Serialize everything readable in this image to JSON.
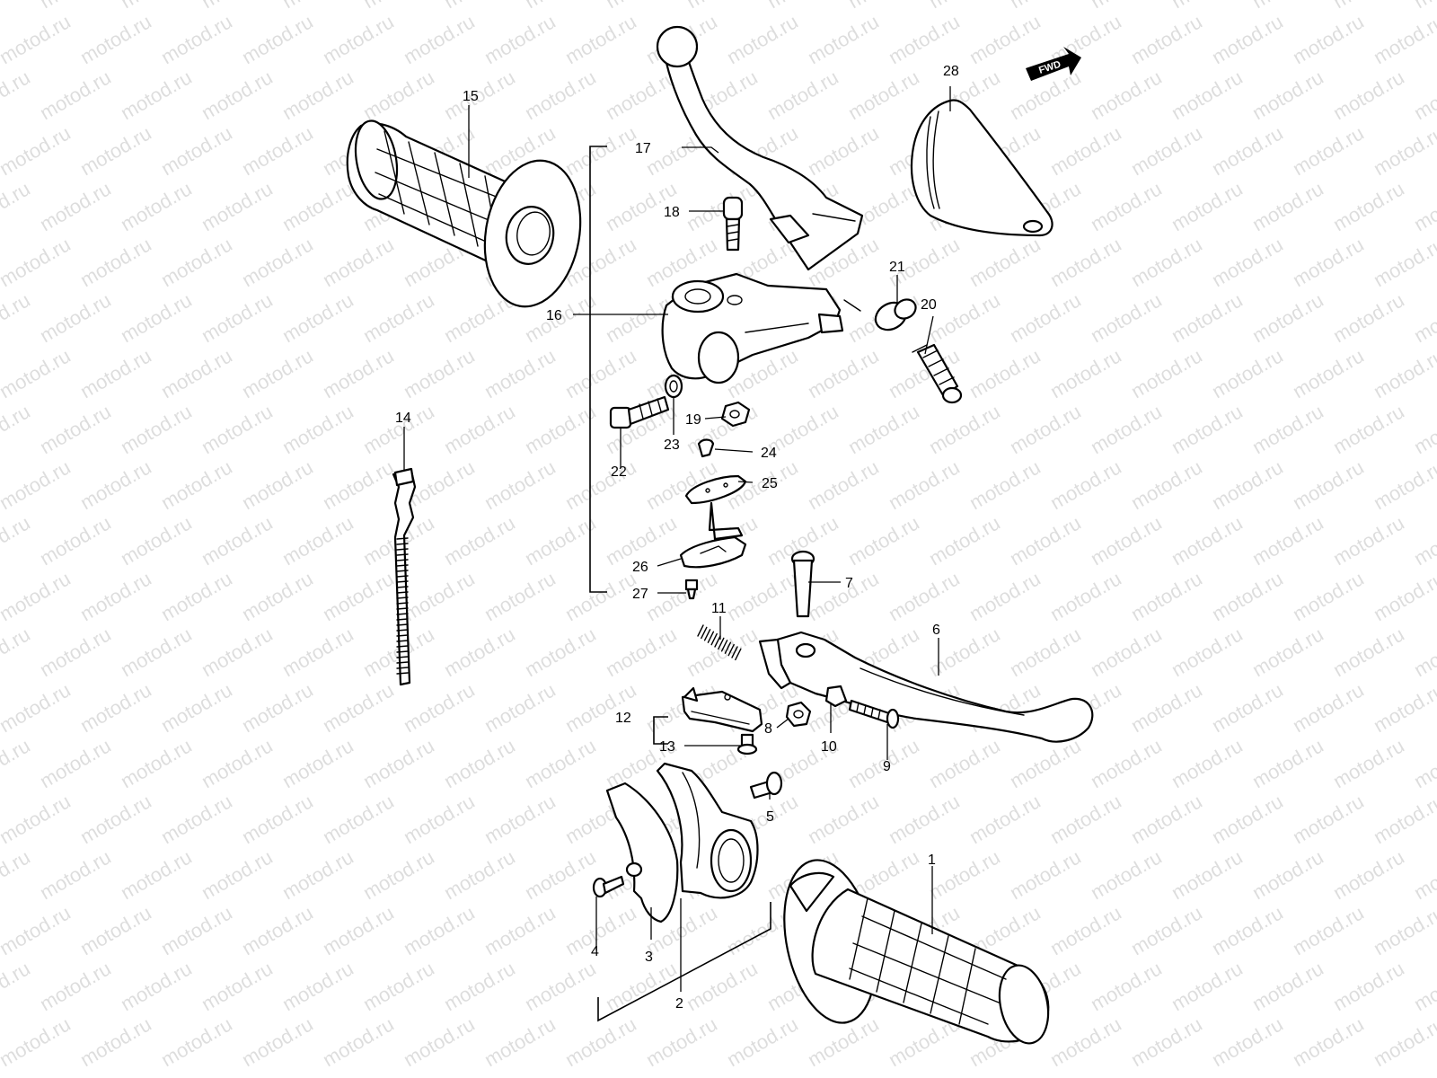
{
  "watermark": "motod.ru",
  "direction_badge": "FWD",
  "callouts": {
    "c1": "1",
    "c2": "2",
    "c3": "3",
    "c4": "4",
    "c5": "5",
    "c6": "6",
    "c7": "7",
    "c8": "8",
    "c9": "9",
    "c10": "10",
    "c11": "11",
    "c12": "12",
    "c13": "13",
    "c14": "14",
    "c15": "15",
    "c16": "16",
    "c17": "17",
    "c18": "18",
    "c19": "19",
    "c20": "20",
    "c21": "21",
    "c22": "22",
    "c23": "23",
    "c24": "24",
    "c25": "25",
    "c26": "26",
    "c27": "27",
    "c28": "28"
  }
}
